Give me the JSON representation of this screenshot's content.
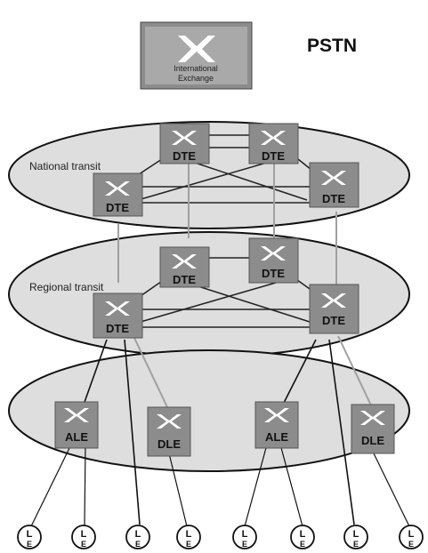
{
  "header": {
    "title": "PSTN",
    "exchange_line1": "International",
    "exchange_line2": "Exchange"
  },
  "layers": {
    "national": "National transit",
    "regional": "Regional transit"
  },
  "node_labels": {
    "dte": "DTE",
    "ale": "ALE",
    "dle": "DLE",
    "local": "L",
    "local_sub": "E"
  },
  "colors": {
    "box_fill": "#8c8c8c",
    "box_inner": "#a9a9a9",
    "ellipse_fill": "#dedede",
    "line": "#111111",
    "link_gray": "#a0a0a0"
  }
}
